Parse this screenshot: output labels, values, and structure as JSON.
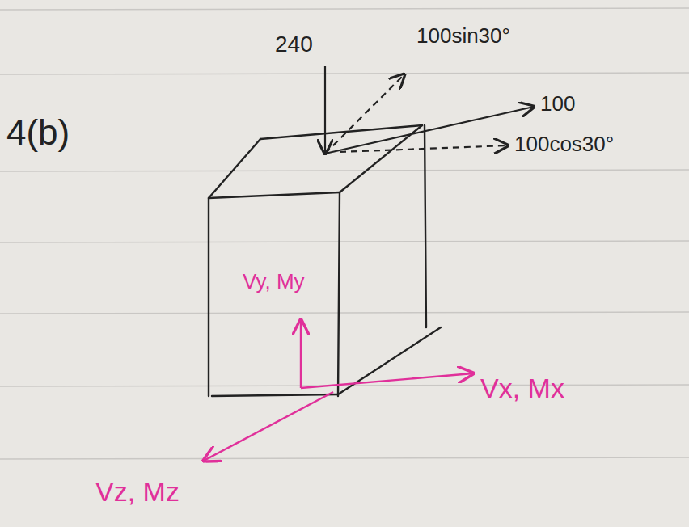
{
  "diagram": {
    "labels": [
      "4(b)",
      "240",
      "100sin30°",
      "100",
      "100cos30°",
      "Vy, My",
      "Vx, Mx",
      "Vz, Mz"
    ]
  }
}
